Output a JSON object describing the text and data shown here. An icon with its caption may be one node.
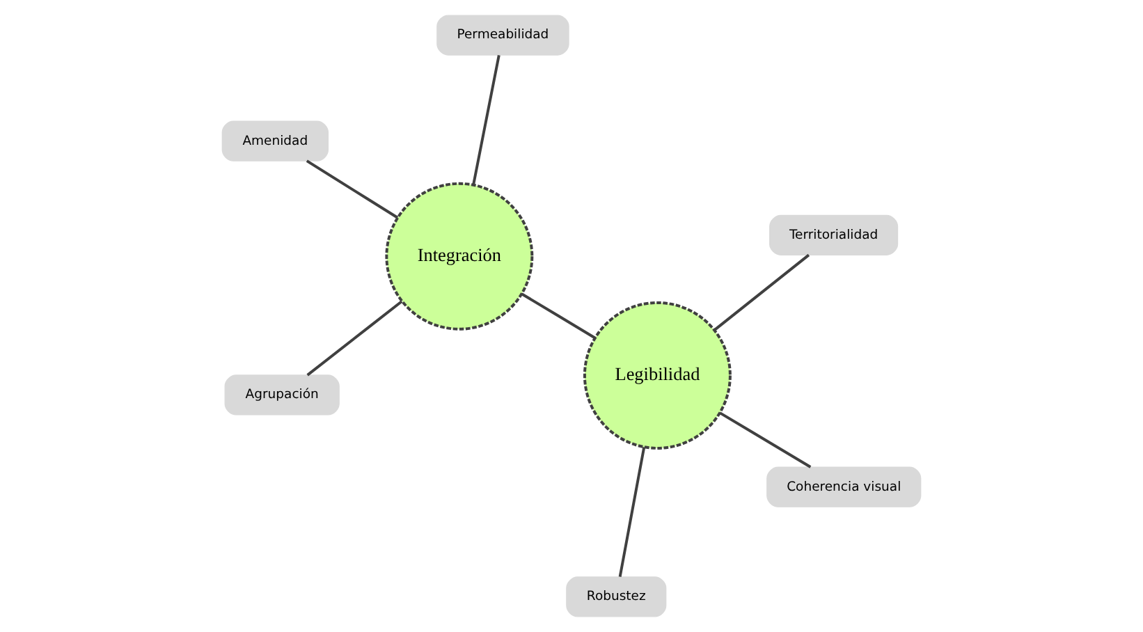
{
  "diagram": {
    "nodes": [
      {
        "text": [
          "Integración"
        ]
      },
      {
        "text": [
          "Legibilidad"
        ]
      },
      {
        "text": [
          "Agrupación"
        ]
      },
      {
        "text": [
          "Amenidad"
        ]
      },
      {
        "text": [
          "Territorialidad"
        ]
      },
      {
        "text": [
          "Permeabilidad"
        ]
      },
      {
        "text": [
          "Robustez"
        ]
      },
      {
        "text": [
          "Coherencia visual"
        ]
      }
    ],
    "edges": [
      {
        "from": 2,
        "to": 0,
        "arrow": "none"
      },
      {
        "from": 3,
        "to": 0,
        "arrow": "none"
      },
      {
        "from": 5,
        "to": 0,
        "arrow": "none"
      },
      {
        "from": 0,
        "to": 1,
        "arrow": "none"
      },
      {
        "from": 4,
        "to": 1,
        "arrow": "none"
      },
      {
        "from": 6,
        "to": 1,
        "arrow": "none"
      },
      {
        "from": 7,
        "to": 1,
        "arrow": "none"
      }
    ]
  }
}
